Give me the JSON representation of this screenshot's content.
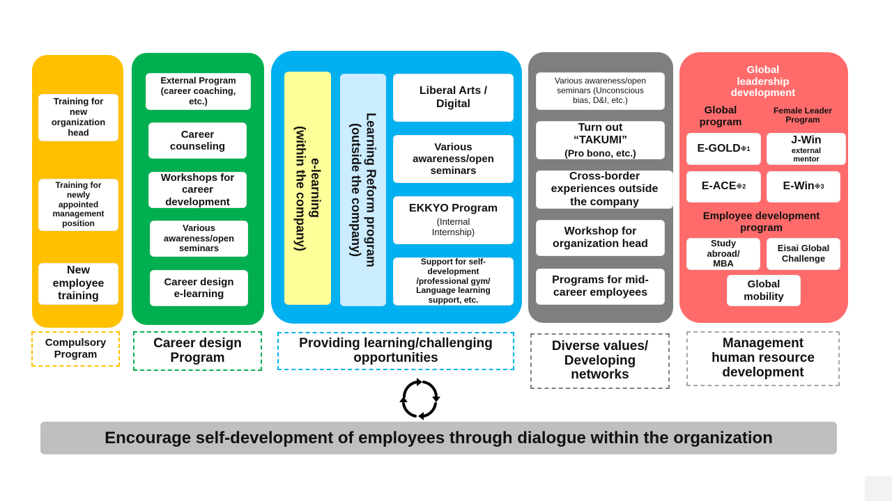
{
  "colors": {
    "compulsory": "#FFC000",
    "career": "#00B050",
    "learning": "#00B0F0",
    "diverse": "#7F7F7F",
    "management": "#FF6B6B",
    "elearning_box": "#FFFF99",
    "reform_box": "#CCECFF",
    "footer": "#BFBFBF"
  },
  "compulsory": {
    "items": [
      "Training for\nnew\norganization\nhead",
      "Training for\nnewly\nappointed\nmanagement\nposition",
      "New\nemployee\ntraining"
    ],
    "label": "Compulsory\nProgram"
  },
  "career": {
    "items": [
      "External Program\n(career coaching,\netc.)",
      "Career\ncounseling",
      "Workshops for\ncareer\ndevelopment",
      "Various\nawareness/open\nseminars",
      "Career design\ne-learning"
    ],
    "label": "Career design\nProgram"
  },
  "learning": {
    "vertical1": "e-learning\n(within the company)",
    "vertical2": "Learning Reform program\n(outside the company)",
    "items": [
      "Liberal Arts /\nDigital",
      "Various\nawareness/open\nseminars",
      "EKKYO Program",
      "Support for self-\ndevelopment\n/professional gym/\nLanguage learning\nsupport, etc."
    ],
    "ekkyo_sub": "(Internal\nInternship)",
    "label": "Providing learning/challenging\nopportunities"
  },
  "diverse": {
    "items": [
      "Various awareness/open\nseminars (Unconscious\nbias, D&I, etc.)",
      "Turn out\n“TAKUMI”",
      "Cross-border\nexperiences outside\nthe company",
      "Workshop for\norganization head",
      "Programs for mid-\ncareer employees"
    ],
    "takumi_sub": "(Pro bono, etc.)",
    "label": "Diverse values/\nDeveloping\nnetworks"
  },
  "management": {
    "header": "Global\nleadership\ndevelopment",
    "global_program": "Global\nprogram",
    "female_leader": "Female Leader\nProgram",
    "egold": "E-GOLD",
    "egold_note": "※1",
    "jwin": "J-Win",
    "jwin_sub": "external\nmentor",
    "eace": "E-ACE",
    "eace_note": "※2",
    "ewin": "E-Win",
    "ewin_note": "※3",
    "employee_dev": "Employee development\nprogram",
    "study": "Study\nabroad/\nMBA",
    "eisai": "Eisai Global\nChallenge",
    "mobility": "Global\nmobility",
    "label": "Management\nhuman resource\ndevelopment"
  },
  "footer": "Encourage self-development of employees through dialogue within the organization"
}
